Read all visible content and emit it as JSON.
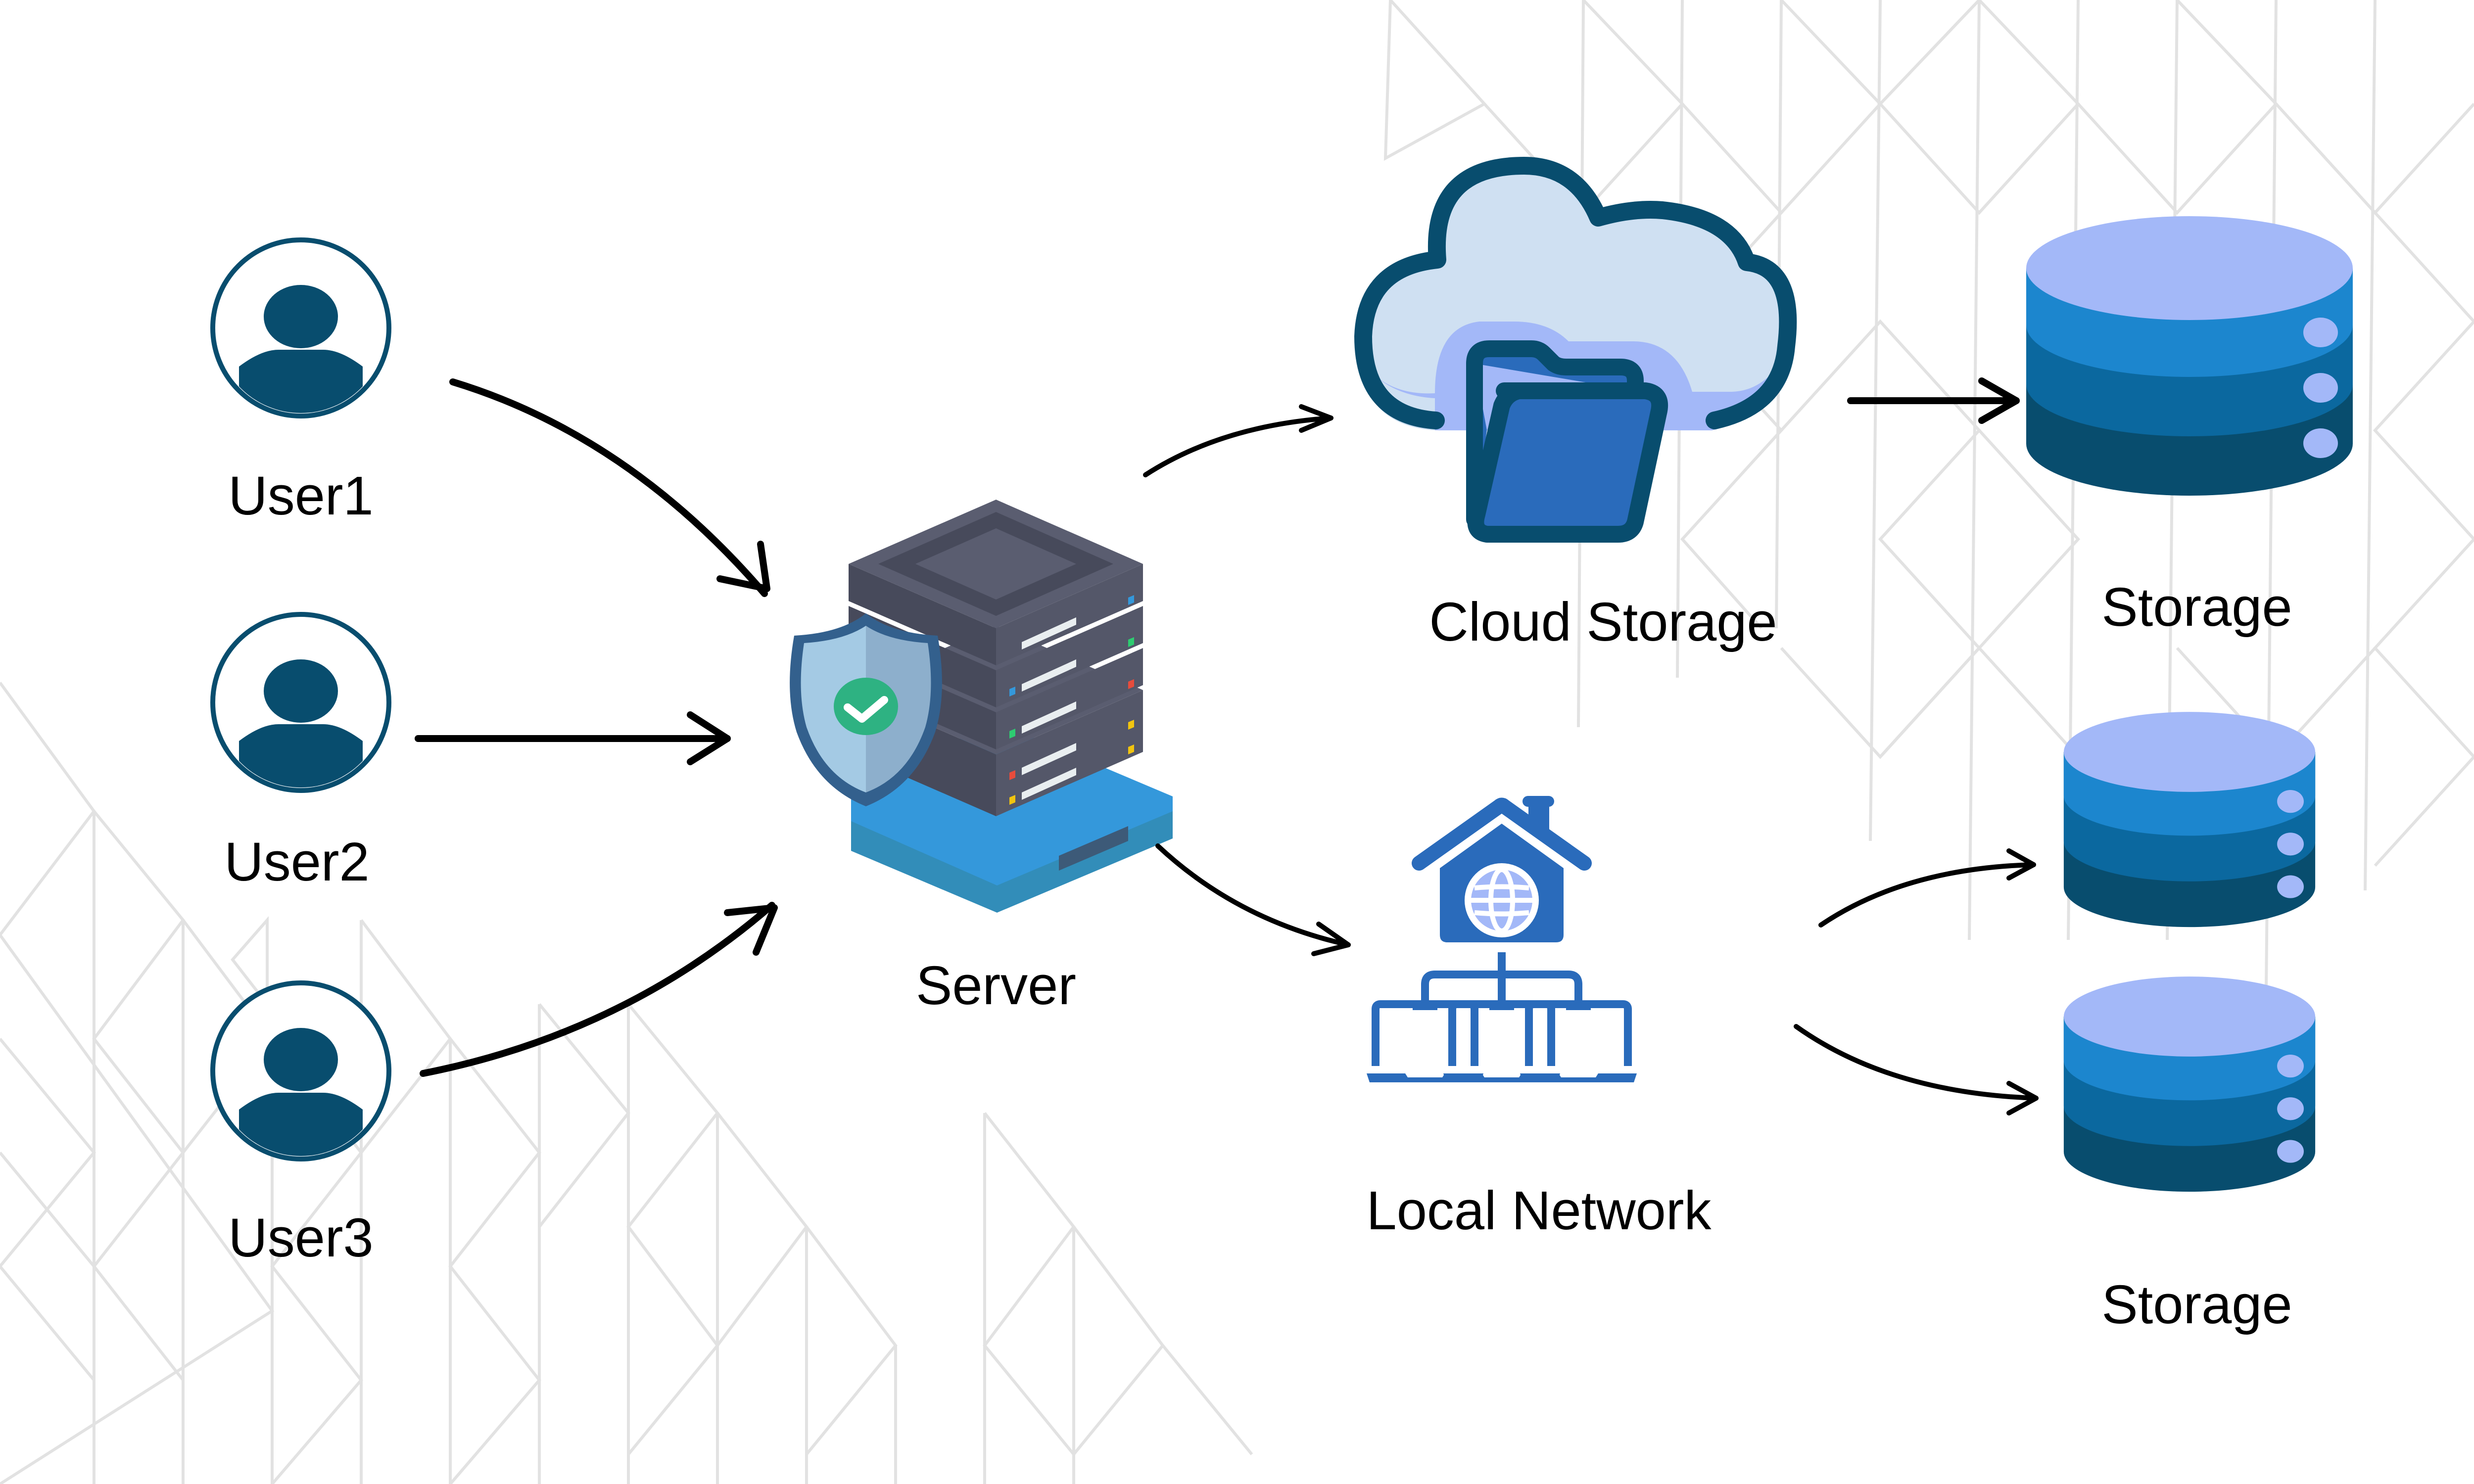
{
  "diagram": {
    "users": [
      {
        "label": "User1",
        "icon": "user-avatar-icon"
      },
      {
        "label": "User2",
        "icon": "user-avatar-icon"
      },
      {
        "label": "User3",
        "icon": "user-avatar-icon"
      }
    ],
    "server": {
      "label": "Server",
      "icon": "server-rack-icon",
      "badge_icon": "shield-check-icon",
      "led_colors": [
        "#3498db",
        "#2ecc71",
        "#e74c3c",
        "#f1c40f"
      ]
    },
    "cloud_storage": {
      "label": "Cloud Storage",
      "icon": "cloud-folder-icon"
    },
    "local_network": {
      "label": "Local Network",
      "icon": "home-network-icon"
    },
    "storage_top": {
      "label": "Storage",
      "icon": "database-icon"
    },
    "storage_bottom": {
      "label": "Storage",
      "icon": "database-icon",
      "count": 2
    },
    "connections": [
      {
        "from": "User1",
        "to": "Server"
      },
      {
        "from": "User2",
        "to": "Server"
      },
      {
        "from": "User3",
        "to": "Server"
      },
      {
        "from": "Server",
        "to": "Cloud Storage"
      },
      {
        "from": "Server",
        "to": "Local Network"
      },
      {
        "from": "Cloud Storage",
        "to": "Storage"
      },
      {
        "from": "Local Network",
        "to": "Storage (upper)"
      },
      {
        "from": "Local Network",
        "to": "Storage (lower)"
      }
    ],
    "colors": {
      "user_blue": "#084d6e",
      "db_top": "#a3b8f8",
      "db_band1": "#1c86ce",
      "db_band2": "#0b689f",
      "db_band3": "#084d6e",
      "network_blue": "#2a6bbb",
      "cloud_fill": "#cfe0f2",
      "server_dark": "#4a4d5e",
      "server_base": "#3498db",
      "shield_green": "#2eb282",
      "background_pattern": "#e2e2e2"
    }
  }
}
